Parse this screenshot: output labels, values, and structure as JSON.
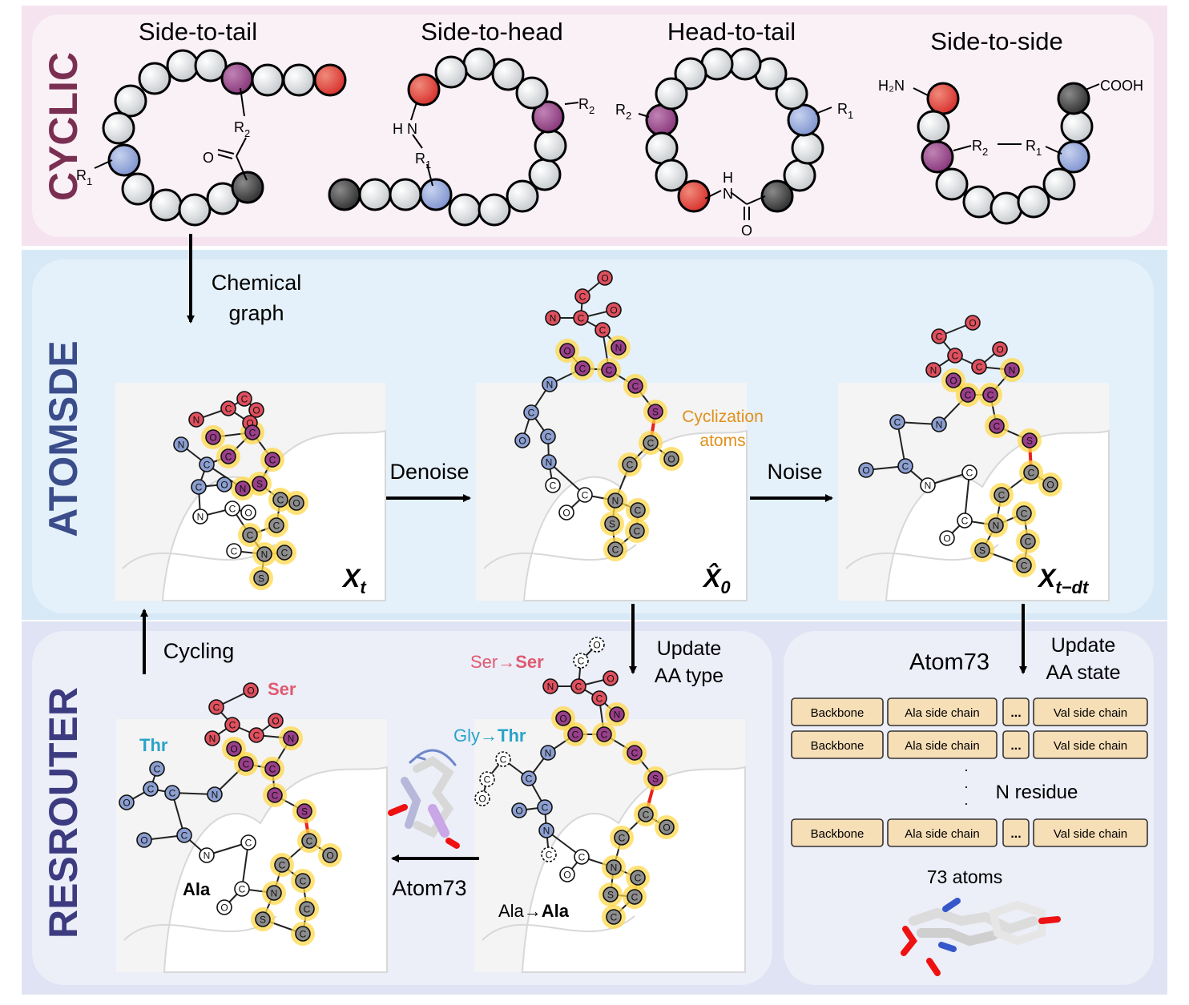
{
  "cyclic": {
    "section_label": "CYCLIC",
    "titles": [
      "Side-to-tail",
      "Side-to-head",
      "Head-to-tail",
      "Side-to-side"
    ],
    "labels": {
      "r1": "R",
      "r2": "R",
      "sub1": "1",
      "sub2": "2",
      "o": "O",
      "h": "H",
      "n": "N",
      "hn": "H N",
      "h2n": "H₂N",
      "cooh": "COOH"
    }
  },
  "atomsde": {
    "section_label": "ATOMSDE",
    "chemical_graph_1": "Chemical",
    "chemical_graph_2": "graph",
    "denoise": "Denoise",
    "noise": "Noise",
    "cyclization_1": "Cyclization",
    "cyclization_2": "atoms",
    "xt": "X",
    "xt_sub": "t",
    "x0": "X̂",
    "x0_sub": "0",
    "xtdt": "X",
    "xtdt_sub": "t−dt"
  },
  "resrouter": {
    "section_label": "RESROUTER",
    "cycling": "Cycling",
    "update_aa_type_1": "Update",
    "update_aa_type_2": "AA type",
    "update_aa_state_1": "Update",
    "update_aa_state_2": "AA state",
    "atom73_title": "Atom73",
    "atom73_arrow": "Atom73",
    "ser_to_ser_a": "Ser→",
    "ser_to_ser_b": "Ser",
    "gly_to_thr_a": "Gly→",
    "gly_to_thr_b": "Thr",
    "ala_to_ala_a": "Ala→",
    "ala_to_ala_b": "Ala",
    "ser": "Ser",
    "thr": "Thr",
    "ala": "Ala",
    "table_rows": [
      [
        "Backbone",
        "Ala  side chain",
        "...",
        "Val side chain"
      ],
      [
        "Backbone",
        "Ala  side chain",
        "...",
        "Val side chain"
      ],
      [
        "Backbone",
        "Ala  side chain",
        "...",
        "Val side chain"
      ]
    ],
    "n_residue": "N residue",
    "atoms_73": "73 atoms"
  },
  "colors": {
    "cyclic_bg": "#f7e4f0",
    "atomsde_bg": "#d9ebf7",
    "resrouter_bg": "#e1e4f5",
    "cyclic_label": "#7a2f52",
    "atomsde_label": "#3a4d8a",
    "resrouter_label": "#3d3b80",
    "red_bead": "#e0443f",
    "purple_bead": "#9a4a8a",
    "blue_bead": "#8fa2d6",
    "dark_bead": "#4a4a4a",
    "grey_bead": "#d6d9dc",
    "orange_text": "#e0901c",
    "ser_text": "#e05a70",
    "thr_text": "#2aa3c9",
    "table_fill": "#f6deb6"
  }
}
